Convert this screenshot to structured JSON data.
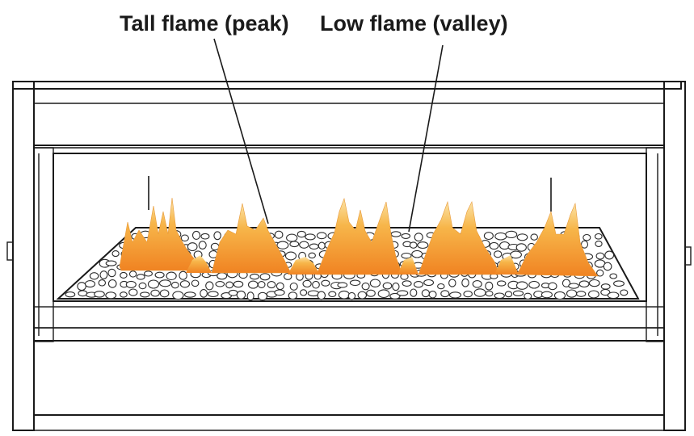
{
  "callouts": {
    "tall_flame": "Tall flame (peak)",
    "low_flame": "Low flame (valley)"
  },
  "colors": {
    "line": "#1a1a1a",
    "flame_outer": "#f5b441",
    "flame_inner": "#f08a24",
    "rock_fill": "#ffffff"
  },
  "icons": [
    "fireplace-frame",
    "flame-bed",
    "glass-rocks"
  ]
}
